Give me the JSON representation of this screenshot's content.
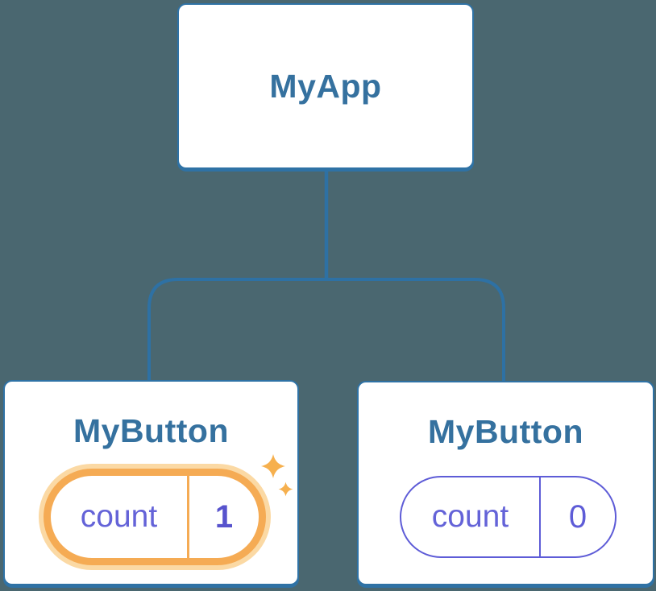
{
  "diagram": {
    "description": "Component tree diagram: MyApp root with two MyButton children holding independent count state",
    "background_color": "#4a6770",
    "root": {
      "title": "MyApp"
    },
    "children": [
      {
        "title": "MyButton",
        "state": {
          "label": "count",
          "value": "1"
        },
        "highlighted": true,
        "badge_icon": "sparkles-icon"
      },
      {
        "title": "MyButton",
        "state": {
          "label": "count",
          "value": "0"
        },
        "highlighted": false
      }
    ],
    "colors": {
      "card_background": "#ffffff",
      "card_border_blue": "#2f72a5",
      "title_text_blue": "#35719f",
      "connector_blue": "#2e71a4",
      "state_purple": "#5e5cd7",
      "highlight_orange": "#f5ab54",
      "highlight_halo": "#fbd9a4",
      "sparkle_orange": "#f6b04e"
    }
  }
}
